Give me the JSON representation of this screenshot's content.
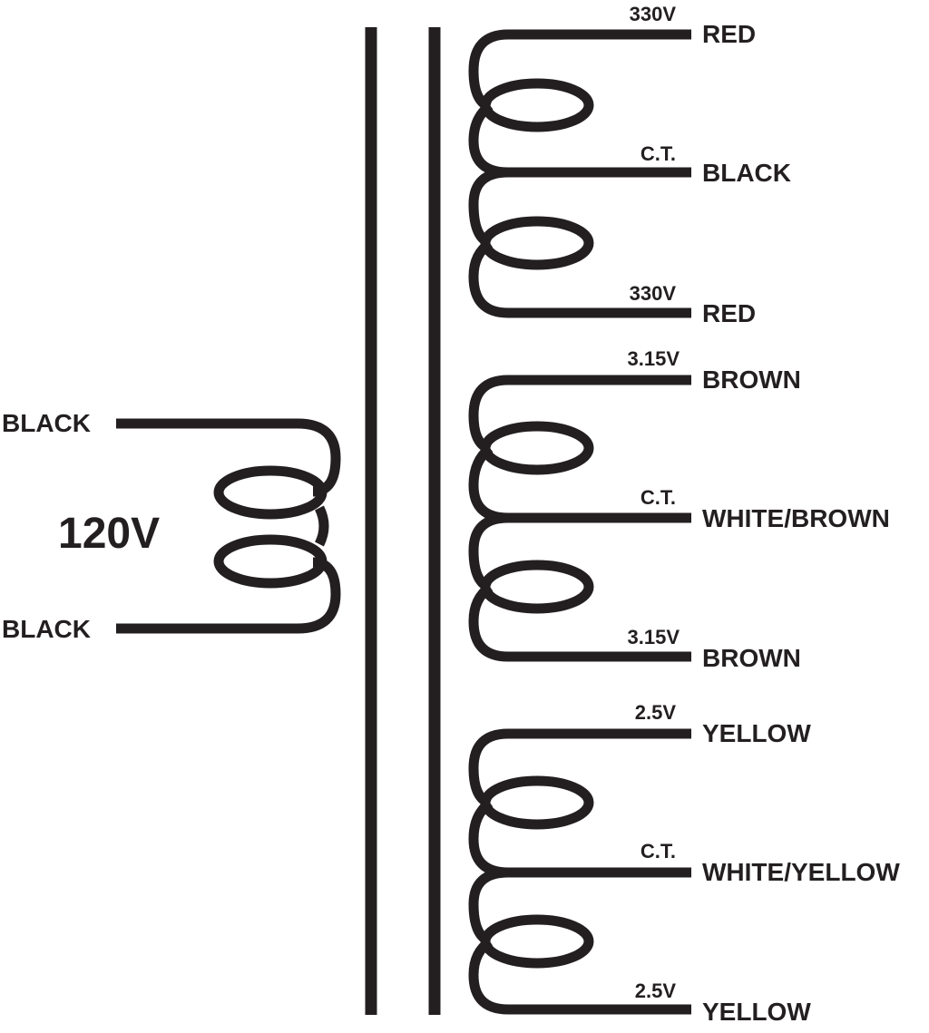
{
  "primary": {
    "voltage_label": "120V",
    "lead_top": "BLACK",
    "lead_bottom": "BLACK"
  },
  "secondaries": [
    {
      "leads": [
        {
          "voltage": "330V",
          "color_label": "RED"
        },
        {
          "voltage": "C.T.",
          "color_label": "BLACK"
        },
        {
          "voltage": "330V",
          "color_label": "RED"
        }
      ]
    },
    {
      "leads": [
        {
          "voltage": "3.15V",
          "color_label": "BROWN"
        },
        {
          "voltage": "C.T.",
          "color_label": "WHITE/BROWN"
        },
        {
          "voltage": "3.15V",
          "color_label": "BROWN"
        }
      ]
    },
    {
      "leads": [
        {
          "voltage": "2.5V",
          "color_label": "YELLOW"
        },
        {
          "voltage": "C.T.",
          "color_label": "WHITE/YELLOW"
        },
        {
          "voltage": "2.5V",
          "color_label": "YELLOW"
        }
      ]
    }
  ],
  "colors": {
    "ink": "#231f20",
    "background": "#ffffff"
  }
}
